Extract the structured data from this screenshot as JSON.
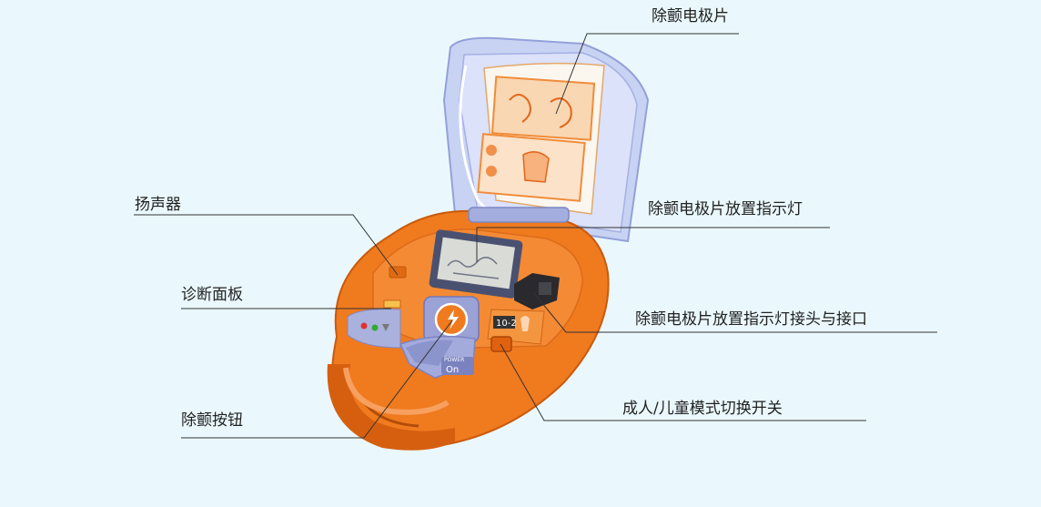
{
  "background": "#eaf8fd",
  "colors": {
    "body_orange": "#f07a1e",
    "body_dark_orange": "#d65f0f",
    "lid_blue": "#b9c6ef",
    "panel_lavender": "#aab1dd",
    "leader_line": "#333333"
  },
  "device": {
    "power_label": "POWER",
    "on_label": "On",
    "mode_label": "10-2"
  },
  "callouts": {
    "electrode_pads": "除颤电极片",
    "speaker": "扬声器",
    "pad_indicator": "除颤电极片放置指示灯",
    "diagnostic_panel": "诊断面板",
    "pad_connector": "除颤电极片放置指示灯接头与接口",
    "shock_button": "除颤按钮",
    "mode_switch": "成人/儿童模式切换开关"
  }
}
